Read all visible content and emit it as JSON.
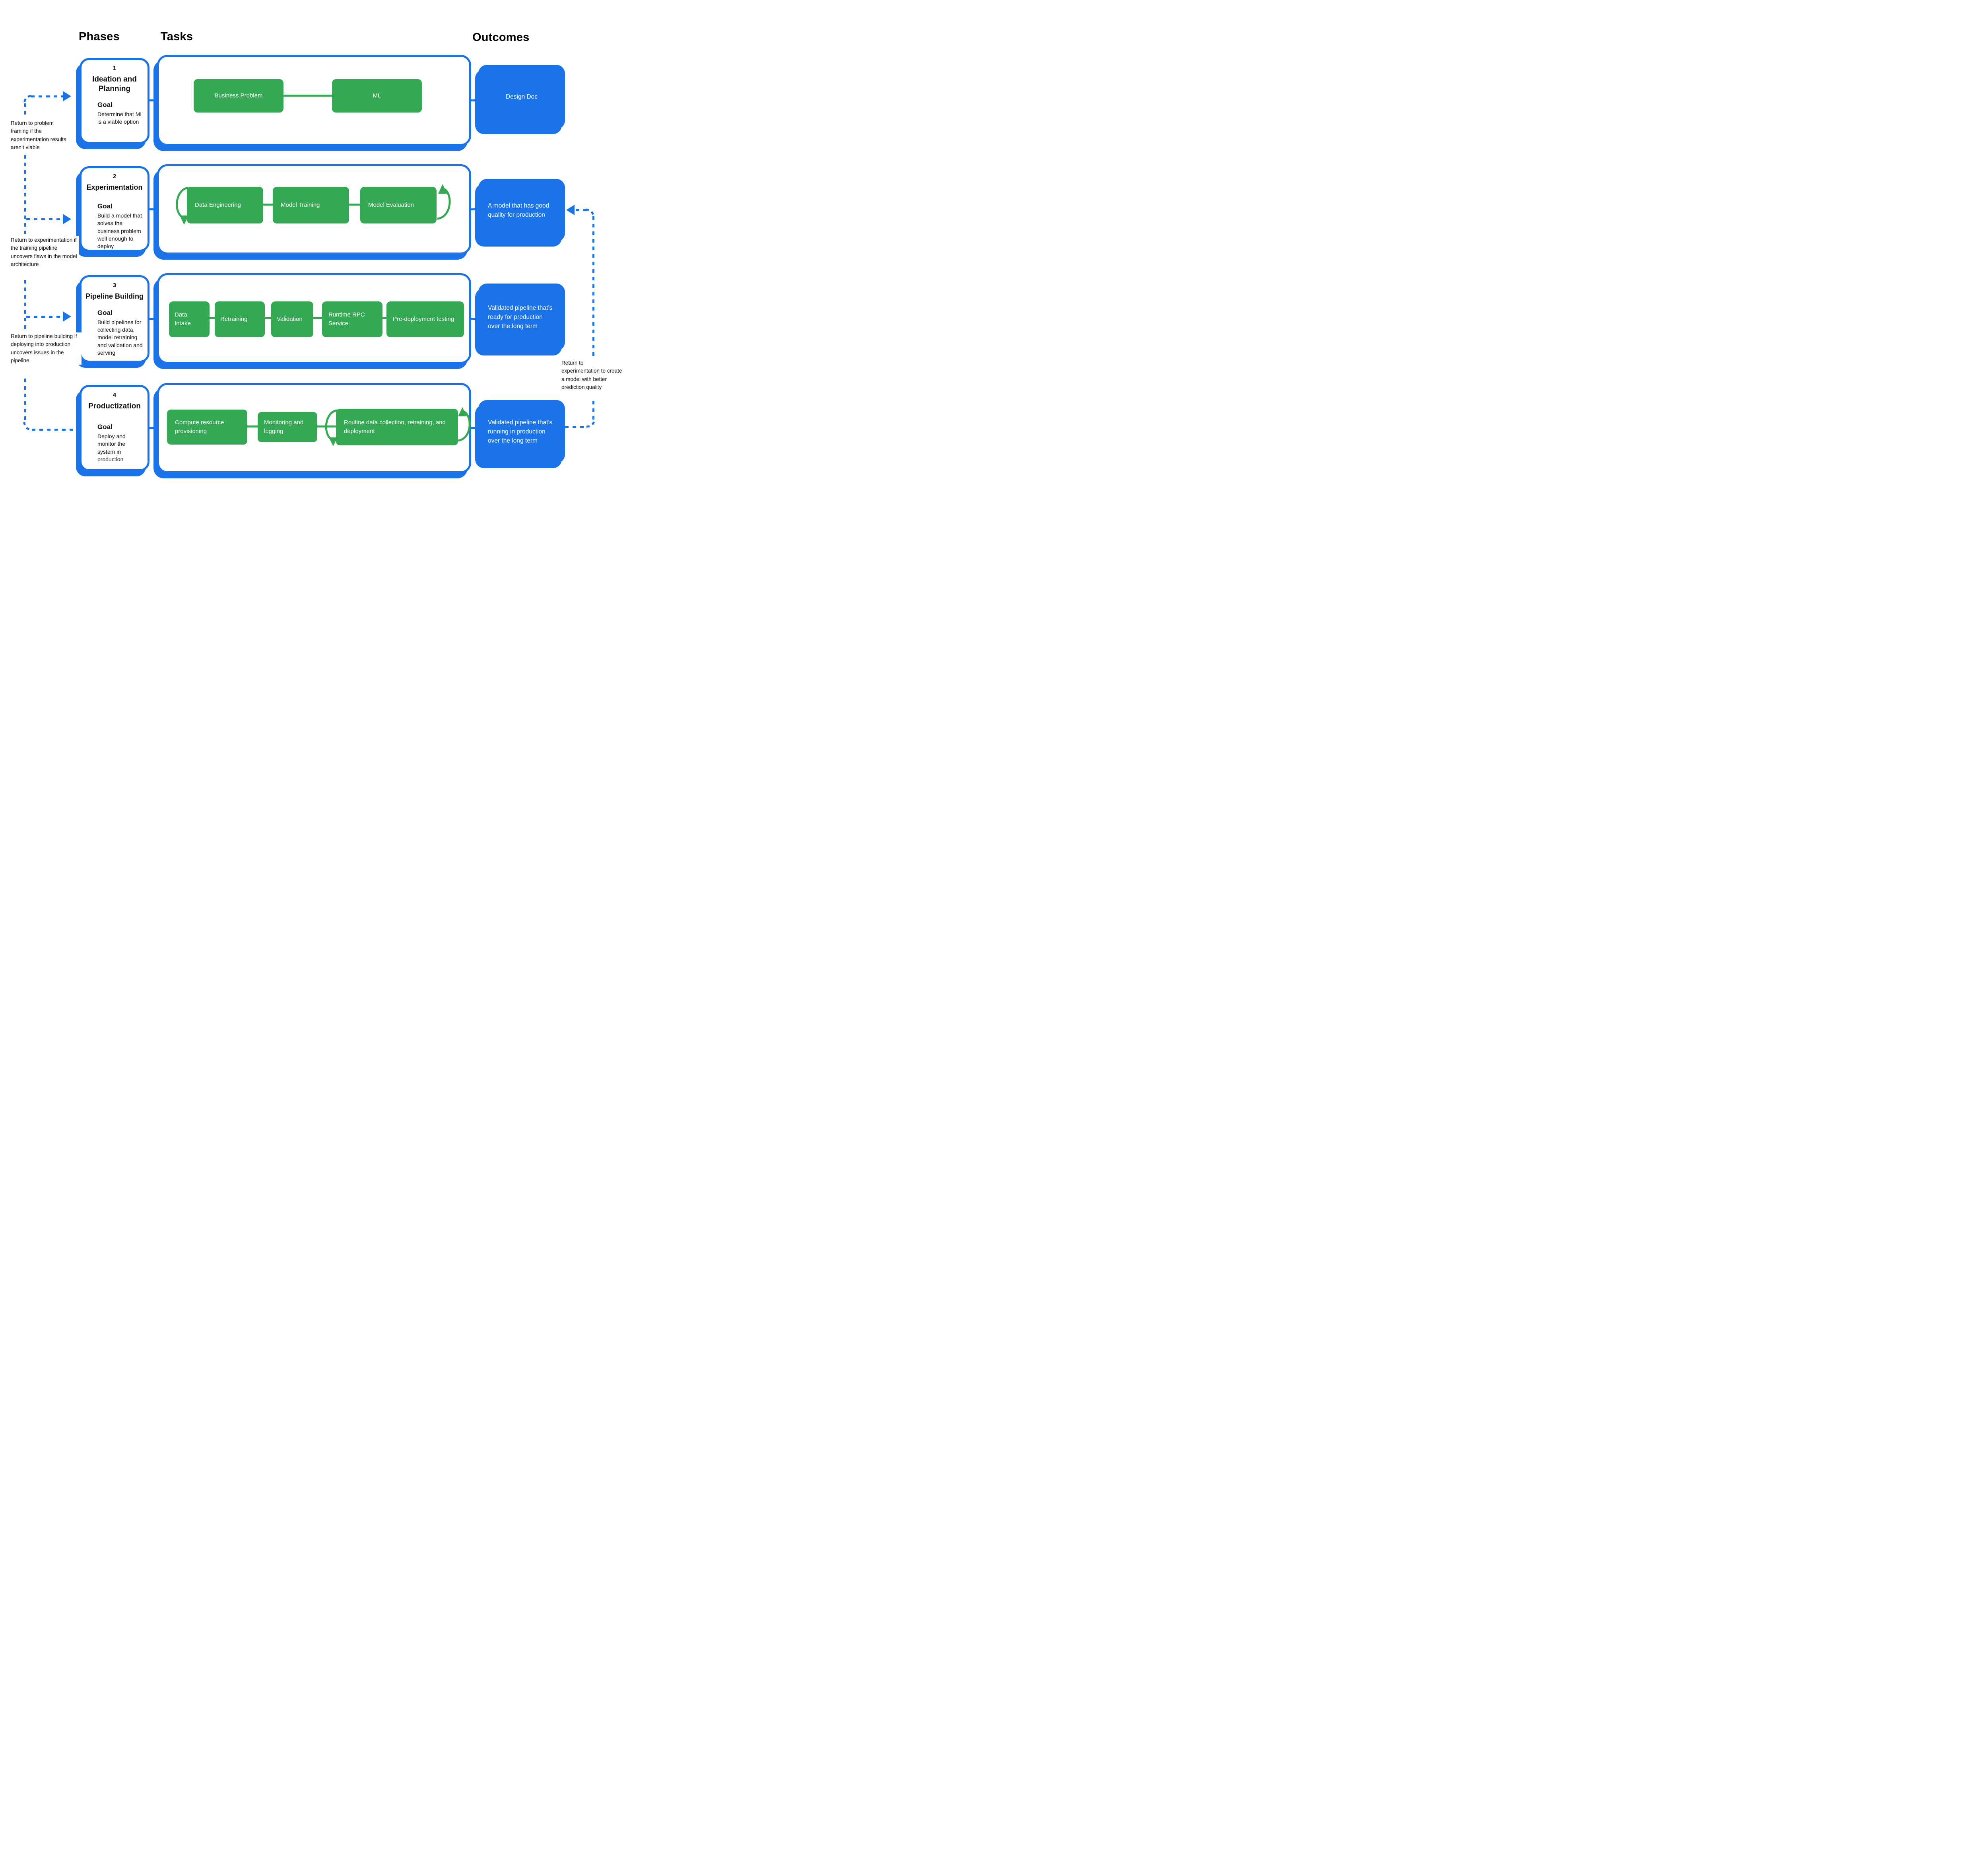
{
  "colors": {
    "accent_blue": "#1a73e8",
    "task_green": "#34a853",
    "text_black": "#000000",
    "white": "#ffffff"
  },
  "headers": {
    "phases": "Phases",
    "tasks": "Tasks",
    "outcomes": "Outcomes"
  },
  "phases": [
    {
      "number": "1",
      "title": "Ideation and Planning",
      "goal_label": "Goal",
      "goal": "Determine that ML is a viable option"
    },
    {
      "number": "2",
      "title": "Experimentation",
      "goal_label": "Goal",
      "goal": "Build a model that solves the business problem well enough to deploy"
    },
    {
      "number": "3",
      "title": "Pipeline Building",
      "goal_label": "Goal",
      "goal": "Build pipelines for collecting data, model retraining and validation and serving"
    },
    {
      "number": "4",
      "title": "Productization",
      "goal_label": "Goal",
      "goal": "Deploy and monitor the system in production"
    }
  ],
  "tasks": {
    "row1": [
      "Business Problem",
      "ML"
    ],
    "row2": [
      "Data Engineering",
      "Model Training",
      "Model Evaluation"
    ],
    "row3": [
      "Data Intake",
      "Retraining",
      "Validation",
      "Runtime RPC Service",
      "Pre-deployment testing"
    ],
    "row4": [
      "Compute resource provisioning",
      "Monitoring and logging",
      "Routine data collection, retraining, and deployment"
    ]
  },
  "outcomes": [
    "Design Doc",
    "A model that has good quality for production",
    "Validated pipeline that’s ready for production over the long term",
    "Validated pipeline that’s running in production over the long term"
  ],
  "annotations": {
    "left1": "Return to problem framing if the experimentation results aren’t viable",
    "left2": "Return to experimentation if the training pipeline uncovers flaws in the model architecture",
    "left3": "Return to pipeline building if deploying into production uncovers issues in the pipeline",
    "right1": "Return to experimentation to create a model with better prediction quality"
  }
}
